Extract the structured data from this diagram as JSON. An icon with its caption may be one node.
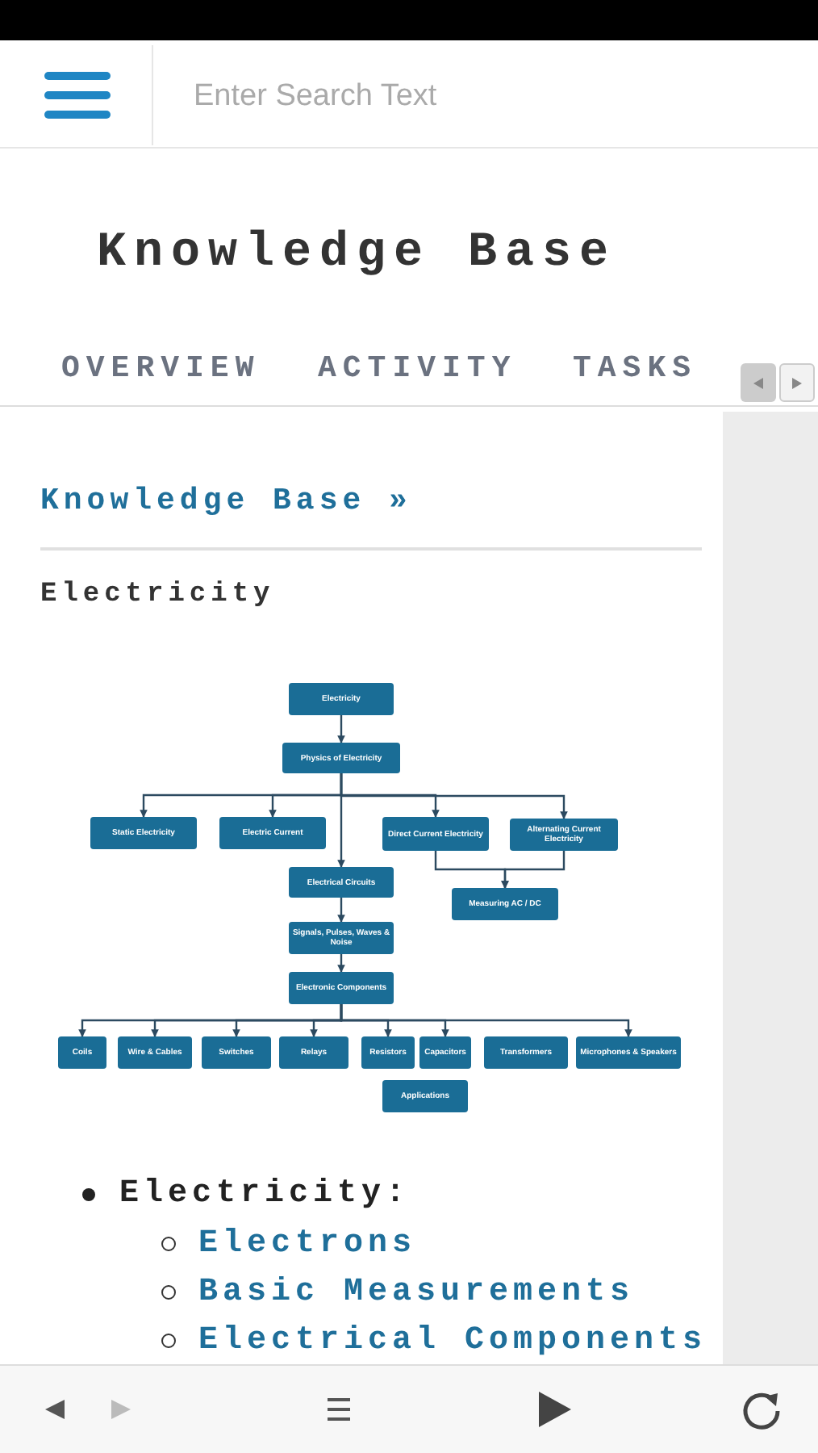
{
  "diagram": {
    "title": "Knowledge Base",
    "nodes": [
      {
        "text": [
          "Electricity"
        ]
      },
      {
        "text": [
          "Physics of Electricity"
        ]
      },
      {
        "text": [
          "Static Electricity"
        ]
      },
      {
        "text": [
          "Electric Current"
        ]
      },
      {
        "text": [
          "Direct Current Electricity"
        ]
      },
      {
        "text": [
          "Alternating Current Electricity"
        ]
      },
      {
        "text": [
          "Electrical Circuits"
        ]
      },
      {
        "text": [
          "Measuring AC / DC"
        ]
      },
      {
        "text": [
          "Signals, Pulses, Waves & Noise"
        ]
      },
      {
        "text": [
          "Electronic Components"
        ]
      },
      {
        "text": [
          "Coils"
        ]
      },
      {
        "text": [
          "Wire & Cables"
        ]
      },
      {
        "text": [
          "Switches"
        ]
      },
      {
        "text": [
          "Relays"
        ]
      },
      {
        "text": [
          "Resistors"
        ]
      },
      {
        "text": [
          "Capacitors"
        ]
      },
      {
        "text": [
          "Transformers"
        ]
      },
      {
        "text": [
          "Microphones & Speakers"
        ]
      },
      {
        "text": [
          "Applications"
        ]
      }
    ],
    "edges": [
      {
        "from": 0,
        "to": 1,
        "arrow": "to"
      },
      {
        "from": 1,
        "to": 2,
        "arrow": "to"
      },
      {
        "from": 1,
        "to": 3,
        "arrow": "to"
      },
      {
        "from": 1,
        "to": 6,
        "arrow": "to"
      },
      {
        "from": 1,
        "to": 4,
        "arrow": "to"
      },
      {
        "from": 1,
        "to": 5,
        "arrow": "to"
      },
      {
        "from": 4,
        "to": 7,
        "arrow": "to"
      },
      {
        "from": 5,
        "to": 7,
        "arrow": "to"
      },
      {
        "from": 6,
        "to": 8,
        "arrow": "to"
      },
      {
        "from": 8,
        "to": 9,
        "arrow": "to"
      },
      {
        "from": 9,
        "to": 10,
        "arrow": "to"
      },
      {
        "from": 9,
        "to": 11,
        "arrow": "to"
      },
      {
        "from": 9,
        "to": 12,
        "arrow": "to"
      },
      {
        "from": 9,
        "to": 13,
        "arrow": "to"
      },
      {
        "from": 9,
        "to": 14,
        "arrow": "to"
      },
      {
        "from": 9,
        "to": 15,
        "arrow": "to"
      },
      {
        "from": 9,
        "to": 17,
        "arrow": "to"
      }
    ],
    "labels": [
      "Enter Search Text",
      "OVERVIEW",
      "ACTIVITY",
      "TASKS",
      "Knowledge Base »",
      "Electricity",
      "Electricity:",
      "Electrons",
      "Basic Measurements",
      "Electrical Components"
    ]
  }
}
